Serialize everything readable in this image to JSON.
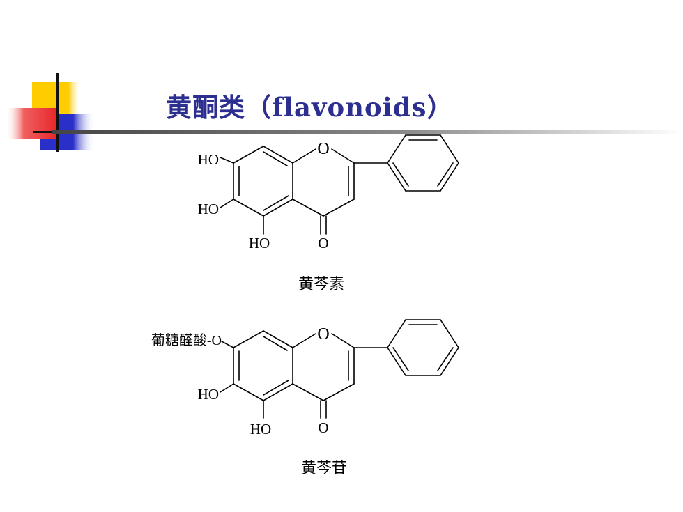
{
  "slide": {
    "title": "黄酮类（flavonoids）",
    "colors": {
      "title": "#2c2f8f",
      "deco_yellow": "#ffcc00",
      "deco_red": "#e8262a",
      "deco_blue": "#2a2fc8",
      "rule": "#555555"
    }
  },
  "compounds": [
    {
      "name": "黄芩素",
      "substituents": {
        "c7": "HO",
        "c6": "HO",
        "c5": "HO",
        "ring_oxygen": "O",
        "carbonyl": "O"
      }
    },
    {
      "name": "黄芩苷",
      "substituents": {
        "c7": "葡糖醛酸-O",
        "c6": "HO",
        "c5": "HO",
        "ring_oxygen": "O",
        "carbonyl": "O"
      }
    }
  ]
}
